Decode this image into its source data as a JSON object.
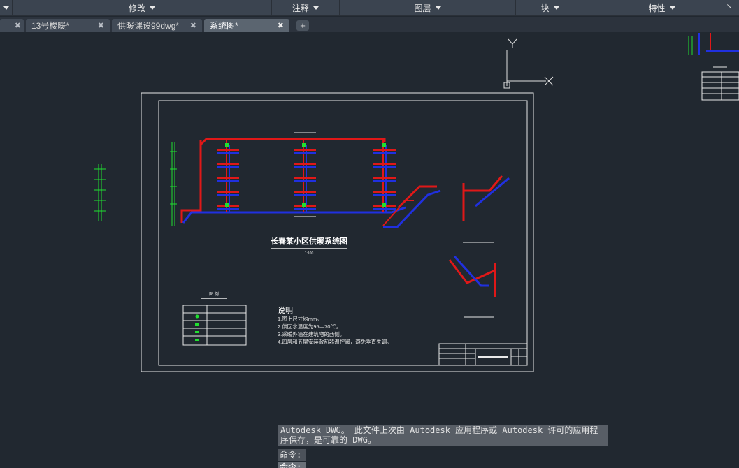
{
  "ribbon": {
    "panels": [
      {
        "label": ""
      },
      {
        "label": "修改"
      },
      {
        "label": "注释"
      },
      {
        "label": "图层"
      },
      {
        "label": "块"
      },
      {
        "label": "特性"
      }
    ]
  },
  "tabs": [
    {
      "label": ""
    },
    {
      "label": "13号楼暖*"
    },
    {
      "label": "供暖课设99dwg*"
    },
    {
      "label": "系统图*"
    }
  ],
  "ucs": {
    "x": "X",
    "y": "Y"
  },
  "drawing": {
    "title": "长春某小区供暖系统图",
    "scale": "1:100",
    "legend_title": "图 例",
    "notes_title": "说明",
    "notes": [
      "1.图上尺寸均mm。",
      "2.供回水温度为95—70℃。",
      "3.采暖外墙在建筑物的西侧。",
      "4.四层和五层安装散热器温控阀，避免垂直失调。"
    ]
  },
  "command": {
    "history": "Autodesk DWG。 此文件上次由 Autodesk 应用程序或 Autodesk 许可的应用程序保存，是可靠的 DWG。",
    "prompt": "命令:",
    "input": "命令:"
  }
}
